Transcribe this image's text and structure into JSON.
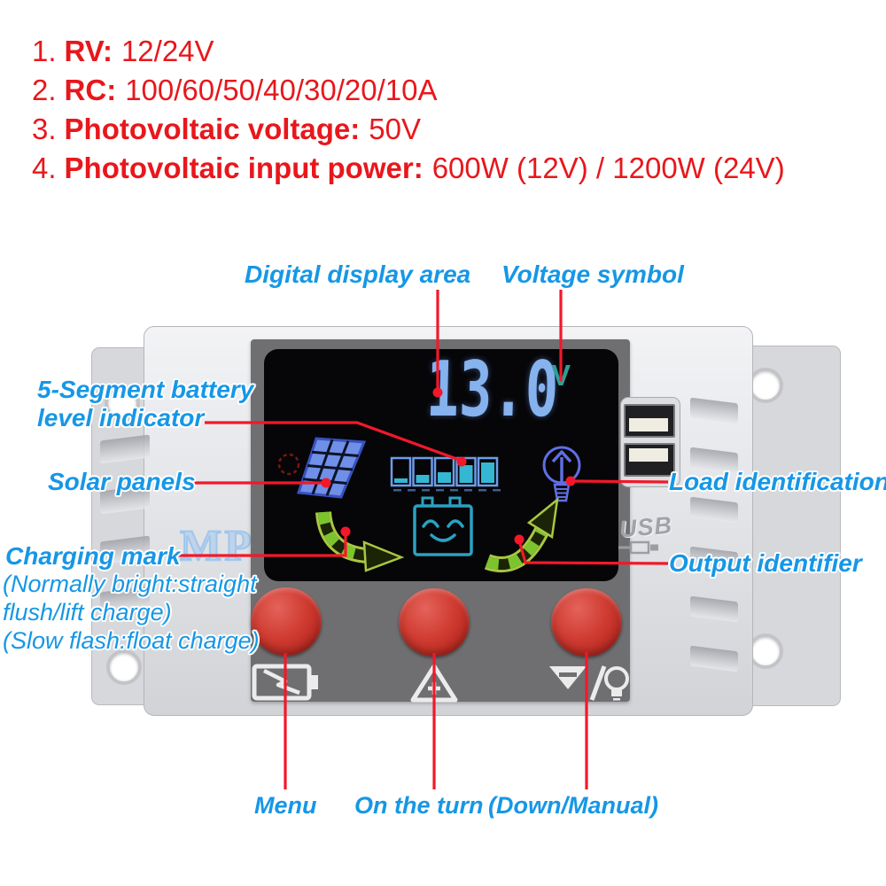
{
  "specs": {
    "color": "#e8171c",
    "lines": [
      {
        "num": "1.",
        "label": "RV:",
        "value": "12/24V"
      },
      {
        "num": "2.",
        "label": "RC:",
        "value": "100/60/50/40/30/20/10A"
      },
      {
        "num": "3.",
        "label": "Photovoltaic voltage:",
        "value": "50V"
      },
      {
        "num": "4.",
        "label": "Photovoltaic input power:",
        "value": "600W (12V) / 1200W (24V)"
      }
    ]
  },
  "callouts": {
    "color": "#1697e6",
    "line_color": "#f2182a",
    "digital_display": "Digital display area",
    "voltage_symbol": "Voltage symbol",
    "battery_indicator_line1": "5-Segment battery",
    "battery_indicator_line2": "level indicator",
    "solar_panels": "Solar panels",
    "load_identification": "Load identification",
    "charging_mark_title": "Charging mark",
    "charging_mark_sub1": "(Normally bright:straight",
    "charging_mark_sub2": "flush/lift charge)",
    "charging_mark_sub3": "(Slow flash:float charge)",
    "output_identifier": "Output identifier",
    "menu": "Menu",
    "on_the_turn": "On the turn",
    "down_manual": "(Down/Manual)"
  },
  "device": {
    "display": {
      "value": "13.0",
      "unit": "V",
      "battery_segment_count": 5,
      "digit_color": "#86b2ee",
      "unit_color": "#2f9e96"
    },
    "usb_label": "USB",
    "watermark": "MPPT",
    "lcd_icons": [
      "sun-icon",
      "solar-panel-icon",
      "battery-level-icon",
      "load-bulb-icon",
      "battery-smiley-icon",
      "charging-arrow-icon",
      "output-arrow-icon"
    ],
    "button_icons": [
      "battery-menu-icon",
      "up-plus-icon",
      "down-minus-bulb-icon"
    ],
    "colors": {
      "body": "#e4e5e9",
      "front_panel": "#6f6f71",
      "lcd": "#060608",
      "button": "#c5352c",
      "arrow_green": "#7cc42e",
      "icon_blue": "#5f6fe2",
      "icon_teal": "#2aa2c2"
    }
  }
}
